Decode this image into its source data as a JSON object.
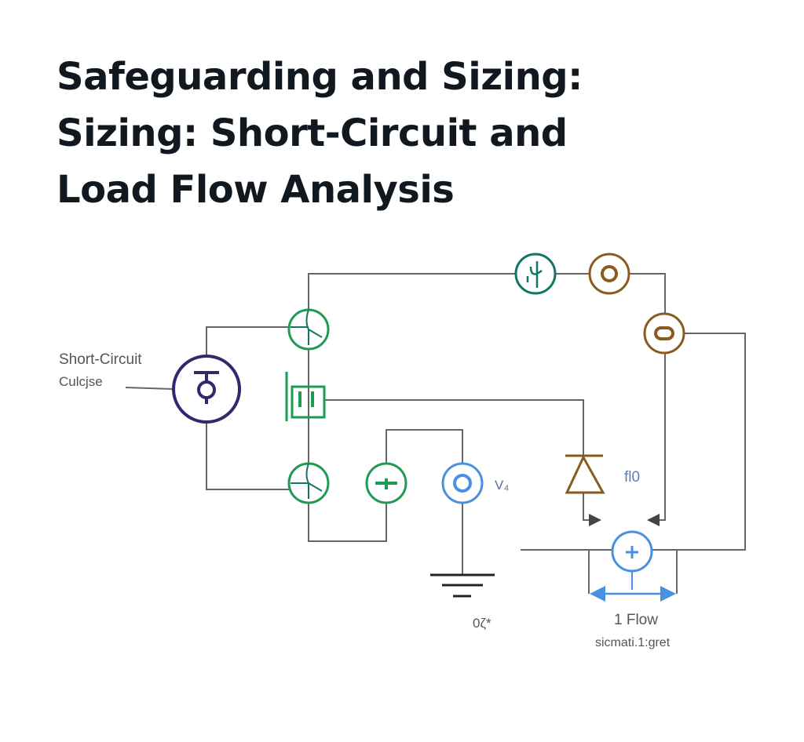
{
  "title": {
    "lines": [
      "Safeguarding and Sizing:",
      "Sizing: Short-Circuit and",
      "Load Flow Analysis"
    ]
  },
  "labels": {
    "short_circuit": "Short-Circuit",
    "short_circuit_sub": "Culcjse",
    "v_label": "V₄",
    "diode_label": "fl0",
    "ground_label": "0ζ*",
    "flow_label": "1 Flow",
    "flow_sub": "sicmati.1:gret"
  },
  "colors": {
    "wire": "#666666",
    "purple": "#2e2a6b",
    "green": "#1e9a52",
    "teal": "#137566",
    "brown": "#8a5a1e",
    "blue": "#4a90e2"
  }
}
